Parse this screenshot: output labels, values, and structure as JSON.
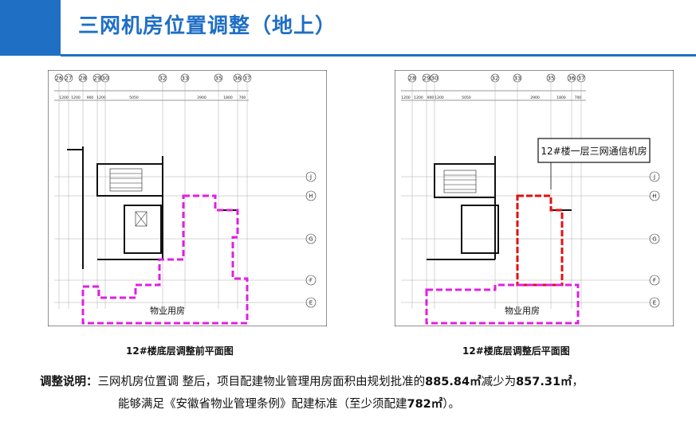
{
  "header": {
    "title": "三网机房位置调整（地上）",
    "accent_color": "#1f6fc5"
  },
  "plans": {
    "before": {
      "caption": "12#楼底层调整前平面图",
      "axes_top": [
        "26",
        "27",
        "28",
        "29",
        "30",
        "32",
        "33",
        "35",
        "36",
        "37"
      ],
      "axes_right": [
        "J",
        "H",
        "G",
        "F",
        "E"
      ],
      "dims_top": [
        "1200",
        "1200",
        "900",
        "1200",
        "5050",
        "2900",
        "1800",
        "700"
      ],
      "room_label": "物业用房",
      "outline_color": "#e020e0"
    },
    "after": {
      "caption": "12#楼底层调整后平面图",
      "axes_top": [
        "28",
        "29",
        "30",
        "32",
        "33",
        "35",
        "36",
        "37"
      ],
      "axes_right": [
        "J",
        "H",
        "G",
        "F",
        "E"
      ],
      "dims_top": [
        "1200",
        "1200",
        "900",
        "1200",
        "5050",
        "2900",
        "1800",
        "700"
      ],
      "callout": "12#楼一层三网通信机房",
      "room_label": "物业用房",
      "machine_room_color": "#e01010",
      "outline_color": "#e020e0"
    }
  },
  "note": {
    "label": "调整说明：",
    "line1_prefix": "三网机房位置调 整后，项目配建物业管理用房面积由规划批准的",
    "area_before": "885.84㎡",
    "line1_mid": "减少为",
    "area_after": "857.31㎡",
    "line1_suffix": "，",
    "line2_prefix": "能够满足《安徽省物业管理条例》配建标准（至少须配建",
    "required": "782㎡",
    "line2_suffix": "）。"
  }
}
